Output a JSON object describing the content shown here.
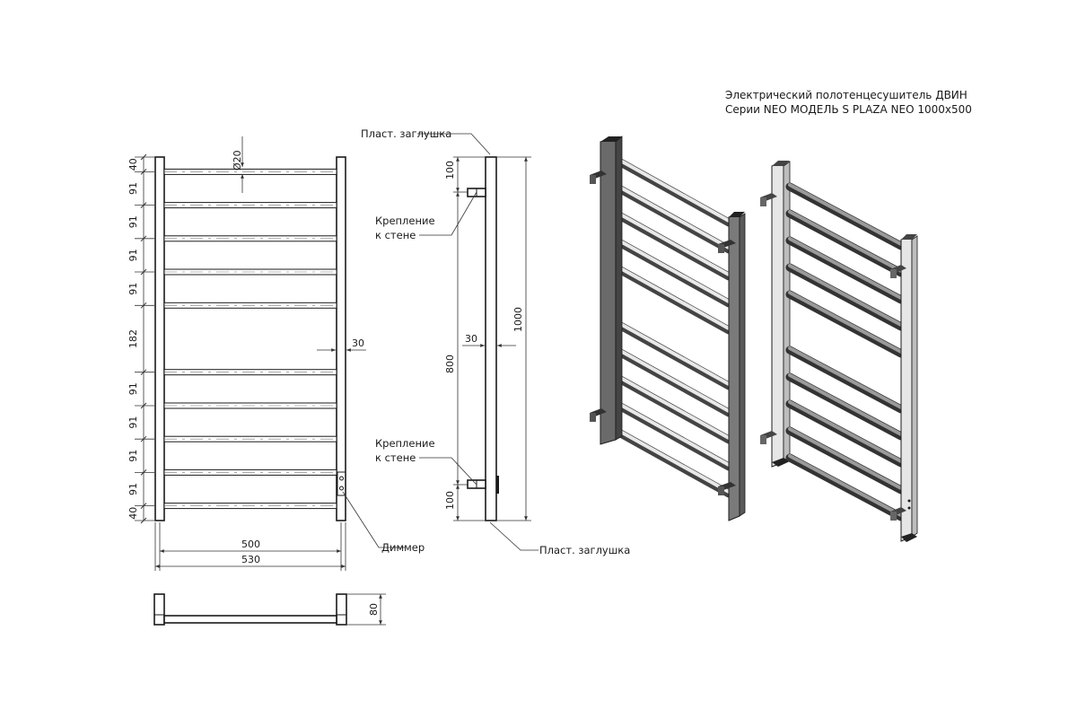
{
  "title": {
    "line1": "Электрический полотенцесушитель ДВИН",
    "line2": "Серии NEO МОДЕЛЬ S PLAZA NEO 1000x500"
  },
  "front_view": {
    "spacings": [
      "40",
      "91",
      "91",
      "91",
      "91",
      "182",
      "91",
      "91",
      "91",
      "91",
      "40"
    ],
    "tube_diameter": "Ø20",
    "post_width": "30",
    "inner_width": "500",
    "outer_width": "530"
  },
  "side_view": {
    "total_height": "1000",
    "mount_span": "800",
    "mount_offset_top": "100",
    "mount_offset_bottom": "100",
    "post_width": "30"
  },
  "top_view": {
    "depth": "80"
  },
  "labels": {
    "plug_top": "Пласт. заглушка",
    "plug_bottom": "Пласт. заглушка",
    "mount_top_line1": "Крепление",
    "mount_top_line2": "к стене",
    "mount_bottom_line1": "Крепление",
    "mount_bottom_line2": "к стене",
    "dimmer": "Диммер"
  },
  "colors": {
    "line": "#1a1a1a",
    "iso_light": "#e6e6e6",
    "iso_mid": "#b8b8b8",
    "iso_dark": "#6a6a6a"
  }
}
